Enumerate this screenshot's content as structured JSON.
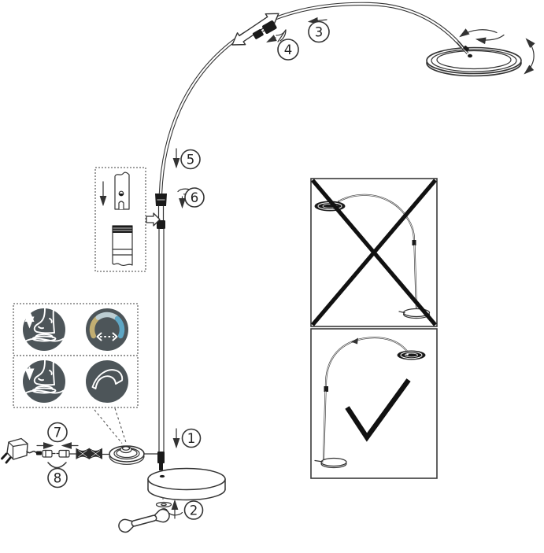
{
  "callouts": {
    "s1": "1",
    "s2": "2",
    "s3": "3",
    "s4": "4",
    "s5": "5",
    "s6": "6",
    "s7": "7",
    "s8": "8"
  },
  "colors": {
    "line": "#333333",
    "dark": "#1a1a1a",
    "pedal_circle": "#4d5559",
    "warm_segment": "#c2ae72",
    "neutral_segment": "#bccdd2",
    "cool_segment": "#5ea6c4"
  },
  "icons": {
    "extend_slide": "hollow double arrow along arc",
    "screw_rotate": "twist-fastener glyph",
    "rotate_head": "curved arrow over lamp head",
    "tilt_head": "curved arrow right of lamp head",
    "foot_press_hold": "foot on pedal with up-down arrow",
    "color_temperature": "three-color gauge arc with dashed arrow",
    "foot_press": "foot on pedal with down arrow",
    "brightness_arc": "white swoosh curve",
    "incorrect": "X cross over lamp",
    "correct": "check mark beside lamp"
  }
}
